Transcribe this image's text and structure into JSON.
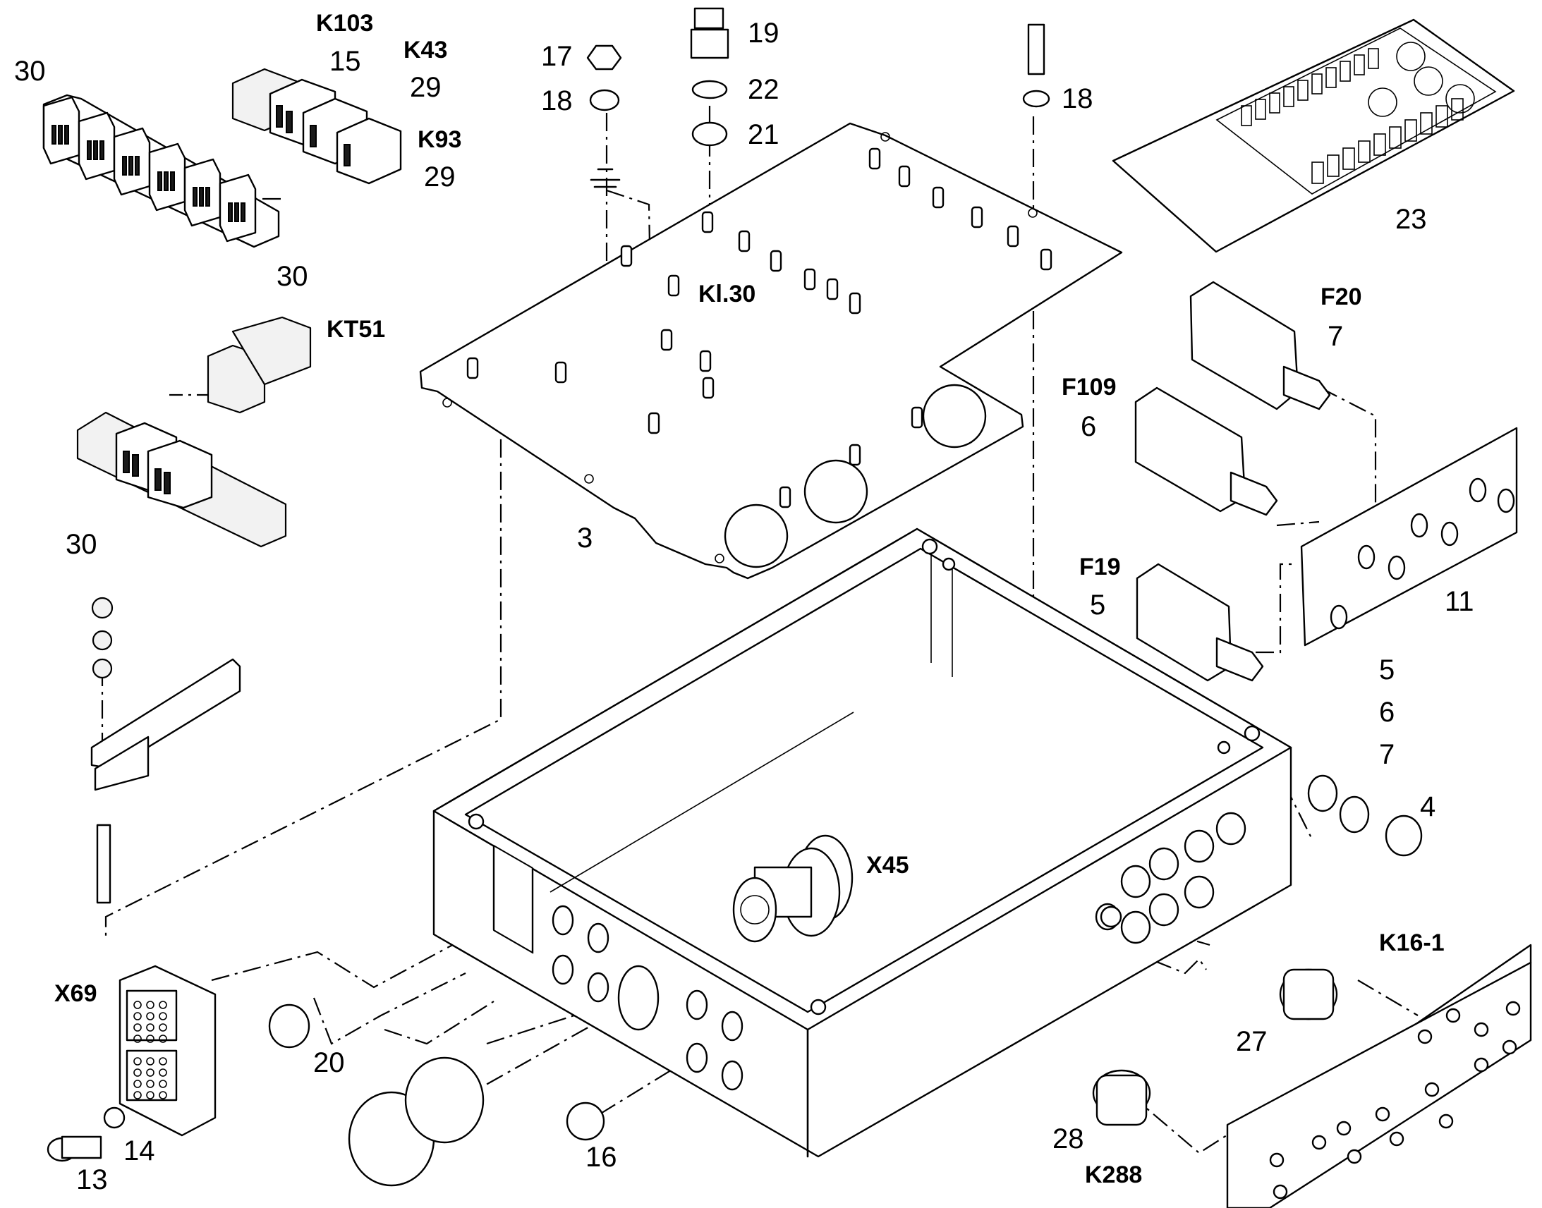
{
  "diagram": {
    "callouts": {
      "n30_a": "30",
      "k103": "K103",
      "n15": "15",
      "k43": "K43",
      "n29_a": "29",
      "k93": "K93",
      "n29_b": "29",
      "n30_b": "30",
      "n17": "17",
      "n18_a": "18",
      "n19": "19",
      "n22": "22",
      "n21": "21",
      "n18_b": "18",
      "n23": "23",
      "kt51": "KT51",
      "kl30": "Kl.30",
      "f20": "F20",
      "n7_a": "7",
      "f109": "F109",
      "n6_a": "6",
      "n30_c": "30",
      "n3": "3",
      "f19": "F19",
      "n5_a": "5",
      "n11": "11",
      "n5_b": "5",
      "n6_b": "6",
      "n7_b": "7",
      "n4": "4",
      "x45": "X45",
      "k16_1": "K16-1",
      "x69": "X69",
      "n20": "20",
      "n27": "27",
      "n14": "14",
      "n13": "13",
      "n16": "16",
      "n28": "28",
      "k288": "K288"
    }
  }
}
